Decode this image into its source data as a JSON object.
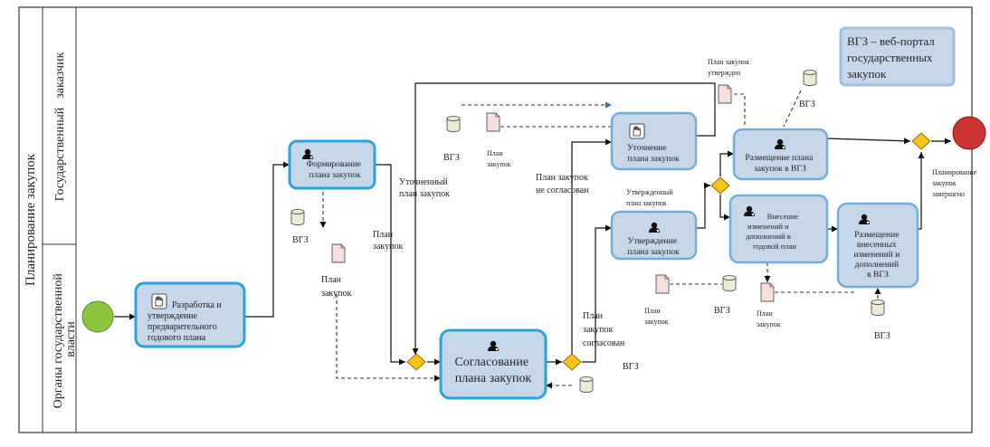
{
  "pool": {
    "label": "Планирование закупок"
  },
  "lanes": {
    "customer": [
      "Государственный",
      "заказчик"
    ],
    "authorities": [
      "Органы  государственной",
      "власти"
    ]
  },
  "tasks": {
    "develop": [
      "Разработка и",
      "утверждение",
      "предварительного",
      "годового плана"
    ],
    "form": [
      "Формирование",
      "плана закупок"
    ],
    "refine": [
      "Уточнение",
      "плана закупок"
    ],
    "approve_plan": [
      "Утверждение",
      "плана закупок"
    ],
    "agree": [
      "Согласование",
      "плана закупок"
    ],
    "publish": [
      "Размещение плана",
      "закупок в ВГЗ"
    ],
    "amend": [
      "Внесение",
      "изменений и",
      "дополнений в",
      "годовой план"
    ],
    "publish_changes": [
      "Размещение",
      "внесенных",
      "изменений и",
      "дополнений",
      "в ВГЗ"
    ]
  },
  "labels": {
    "vgz": "ВГЗ",
    "plan": [
      "План",
      "закупок"
    ],
    "refined": [
      "Уточненный",
      "план закупок"
    ],
    "not_agreed": [
      "План закупок",
      "не согласован"
    ],
    "agreed": [
      "План",
      "закупок",
      "согласован"
    ],
    "approved_small": [
      "Утвержденный",
      "план закупок"
    ],
    "approved_top": [
      "План закупок",
      "утвержден"
    ],
    "finished": [
      "Планирование",
      "закупок",
      "завершено"
    ]
  },
  "annotation": [
    "ВГЗ – веб-портал",
    "государственных",
    "закупок"
  ],
  "colors": {
    "task_fill": "#c6d7ea",
    "task_border": "#74aed8",
    "task_border_active": "#29a3d9",
    "gateway": "#f7c318",
    "start_event": "#8cc63f",
    "end_event": "#cc3333",
    "document": "#f6dede",
    "database": "#ececd6"
  },
  "icons": [
    "hand-icon",
    "user-icon",
    "document-icon",
    "database-icon",
    "gateway-icon"
  ]
}
